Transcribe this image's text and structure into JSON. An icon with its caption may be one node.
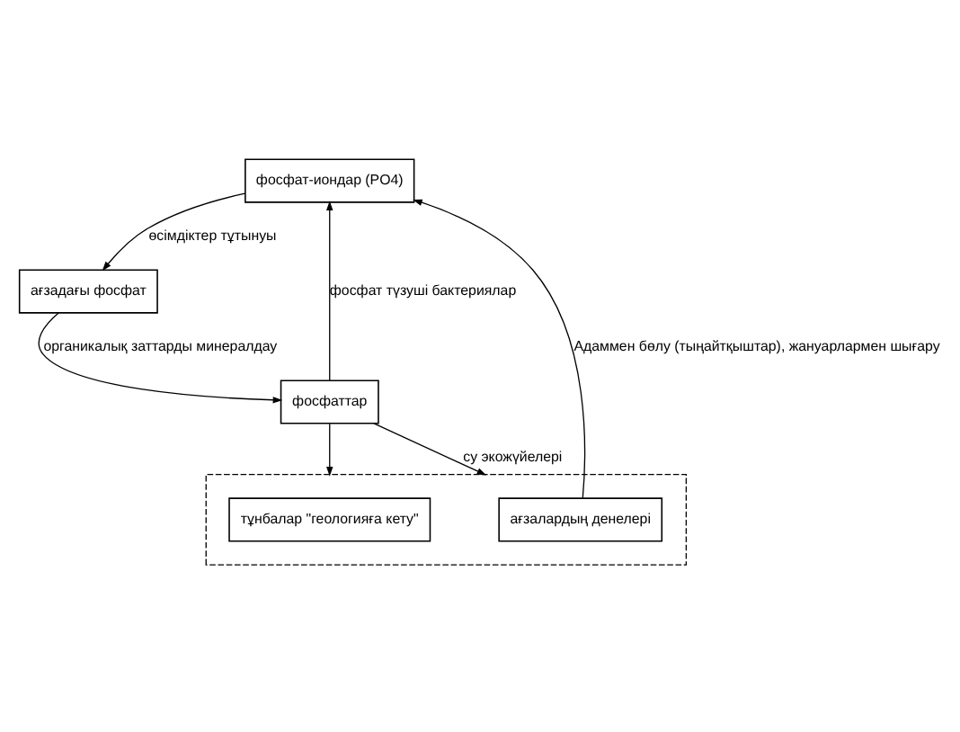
{
  "diagram": {
    "nodes": [
      {
        "text": [
          "фосфат-иондар (PO4)"
        ]
      },
      {
        "text": [
          "ағзадағы фосфат"
        ]
      },
      {
        "text": [
          "фосфаттар"
        ]
      },
      {
        "text": [],
        "shape": "box"
      },
      {
        "text": [
          "ағзалардың денелері"
        ],
        "in": 3
      },
      {
        "text": [
          "тұнбалар \"геологияға кету\""
        ],
        "in": 3
      }
    ],
    "edges": [
      {
        "from": 0,
        "to": 1,
        "arrow": "to",
        "label": "өсімдіктер тұтынуы"
      },
      {
        "from": 1,
        "to": 2,
        "arrow": "to",
        "label": "органикалық заттарды минералдау"
      },
      {
        "from": 2,
        "to": 0,
        "arrow": "to",
        "label": "фосфат түзуші бактериялар"
      },
      {
        "from": 2,
        "to": 3,
        "arrow": "to",
        "label": "су экожүйелері"
      },
      {
        "from": 2,
        "to": 3,
        "arrow": "to"
      },
      {
        "from": 4,
        "to": 0,
        "arrow": "to",
        "label": "Адаммен бөлу (тыңайтқыштар), жануарлармен шығару"
      }
    ]
  }
}
